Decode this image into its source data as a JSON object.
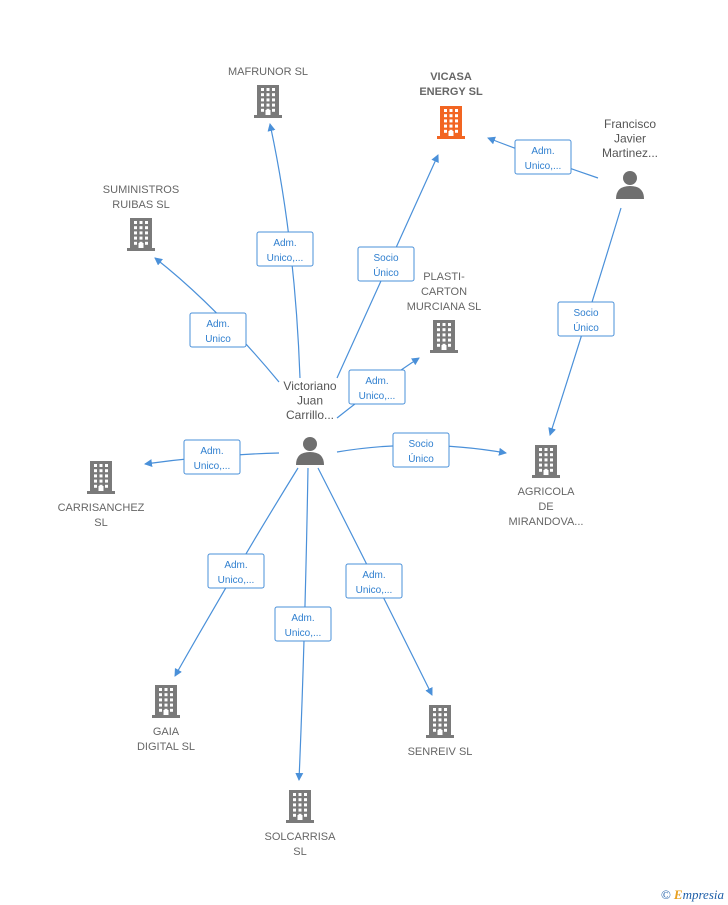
{
  "colors": {
    "edge": "#4a90d9",
    "building": "#7a7a7a",
    "building_highlight": "#f26522",
    "person": "#6f6f6f"
  },
  "nodes": [
    {
      "id": "mafrunor",
      "type": "company",
      "lines": [
        "MAFRUNOR  SL"
      ],
      "icon": "building-icon"
    },
    {
      "id": "vicasa",
      "type": "company",
      "lines": [
        "VICASA",
        "ENERGY  SL"
      ],
      "icon": "building-icon",
      "highlight": true
    },
    {
      "id": "francisco",
      "type": "person",
      "lines": [
        "Francisco",
        "Javier",
        "Martinez..."
      ],
      "icon": "person-icon"
    },
    {
      "id": "suministros",
      "type": "company",
      "lines": [
        "SUMINISTROS",
        "RUIBAS  SL"
      ],
      "icon": "building-icon"
    },
    {
      "id": "plasticarton",
      "type": "company",
      "lines": [
        "PLASTI-",
        "CARTON",
        "MURCIANA  SL"
      ],
      "icon": "building-icon"
    },
    {
      "id": "victoriano",
      "type": "person",
      "lines": [
        "Victoriano",
        "Juan",
        "Carrillo..."
      ],
      "icon": "person-icon"
    },
    {
      "id": "carrisanchez",
      "type": "company",
      "lines": [
        "CARRISANCHEZ",
        "SL"
      ],
      "icon": "building-icon"
    },
    {
      "id": "agricola",
      "type": "company",
      "lines": [
        "AGRICOLA",
        "DE",
        "MIRANDOVA..."
      ],
      "icon": "building-icon"
    },
    {
      "id": "gaia",
      "type": "company",
      "lines": [
        "GAIA",
        "DIGITAL  SL"
      ],
      "icon": "building-icon"
    },
    {
      "id": "senreiv",
      "type": "company",
      "lines": [
        "SENREIV  SL"
      ],
      "icon": "building-icon"
    },
    {
      "id": "solcarrisa",
      "type": "company",
      "lines": [
        "SOLCARRISA",
        "SL"
      ],
      "icon": "building-icon"
    }
  ],
  "edges": [
    {
      "from": "victoriano",
      "to": "mafrunor",
      "label": [
        "Adm.",
        "Unico,..."
      ]
    },
    {
      "from": "victoriano",
      "to": "vicasa",
      "label": [
        "Socio",
        "Único"
      ]
    },
    {
      "from": "victoriano",
      "to": "suministros",
      "label": [
        "Adm.",
        "Unico"
      ]
    },
    {
      "from": "victoriano",
      "to": "plasticarton",
      "label": [
        "Adm.",
        "Unico,..."
      ]
    },
    {
      "from": "victoriano",
      "to": "carrisanchez",
      "label": [
        "Adm.",
        "Unico,..."
      ]
    },
    {
      "from": "victoriano",
      "to": "agricola",
      "label": [
        "Socio",
        "Único"
      ]
    },
    {
      "from": "victoriano",
      "to": "gaia",
      "label": [
        "Adm.",
        "Unico,..."
      ]
    },
    {
      "from": "victoriano",
      "to": "solcarrisa",
      "label": [
        "Adm.",
        "Unico,..."
      ]
    },
    {
      "from": "victoriano",
      "to": "senreiv",
      "label": [
        "Adm.",
        "Unico,..."
      ]
    },
    {
      "from": "francisco",
      "to": "vicasa",
      "label": [
        "Adm.",
        "Unico,..."
      ]
    },
    {
      "from": "francisco",
      "to": "agricola",
      "label": [
        "Socio",
        "Único"
      ]
    }
  ],
  "footer": {
    "copyright": "©",
    "brand_initial": "E",
    "brand_rest": "mpresia"
  }
}
